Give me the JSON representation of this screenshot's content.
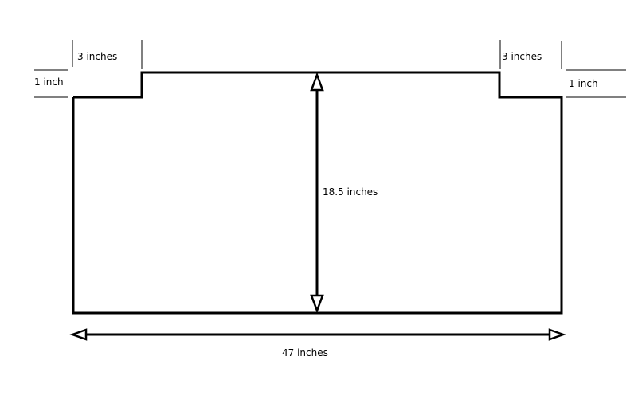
{
  "dimensions": {
    "top_left_notch_width": "3 inches",
    "top_right_notch_width": "3 inches",
    "left_step_height": "1 inch",
    "right_step_height": "1 inch",
    "overall_height": "18.5 inches",
    "overall_width": "47 inches"
  },
  "colors": {
    "line": "#000000",
    "background": "#ffffff"
  }
}
